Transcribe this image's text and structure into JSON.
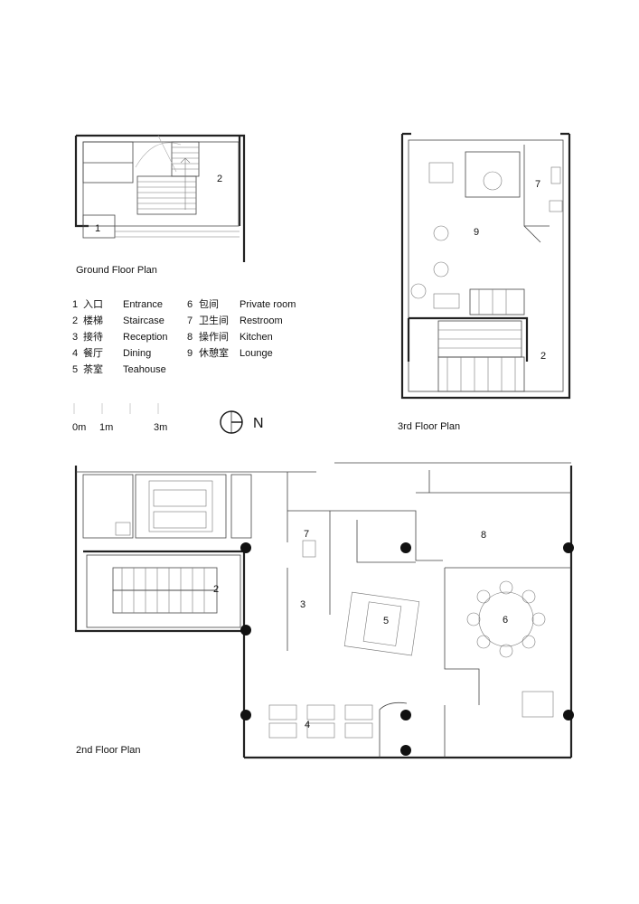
{
  "titles": {
    "ground": "Ground Floor Plan",
    "third": "3rd Floor Plan",
    "second": "2nd Floor Plan"
  },
  "legend": [
    {
      "num": "1",
      "cn": "入口",
      "en": "Entrance"
    },
    {
      "num": "2",
      "cn": "楼梯",
      "en": "Staircase"
    },
    {
      "num": "3",
      "cn": "接待",
      "en": "Reception"
    },
    {
      "num": "4",
      "cn": "餐厅",
      "en": "Dining"
    },
    {
      "num": "5",
      "cn": "茶室",
      "en": "Teahouse"
    },
    {
      "num": "6",
      "cn": "包间",
      "en": "Private room"
    },
    {
      "num": "7",
      "cn": "卫生间",
      "en": "Restroom"
    },
    {
      "num": "8",
      "cn": "操作间",
      "en": "Kitchen"
    },
    {
      "num": "9",
      "cn": "休憩室",
      "en": "Lounge"
    }
  ],
  "scale": {
    "labels": [
      "0m",
      "1m",
      "3m"
    ]
  },
  "north": {
    "letter": "N"
  },
  "room_labels": {
    "ground_1": "1",
    "ground_2": "2",
    "third_2": "2",
    "third_7": "7",
    "third_9": "9",
    "second_2": "2",
    "second_3": "3",
    "second_4": "4",
    "second_5": "5",
    "second_6": "6",
    "second_7": "7",
    "second_8": "8"
  }
}
